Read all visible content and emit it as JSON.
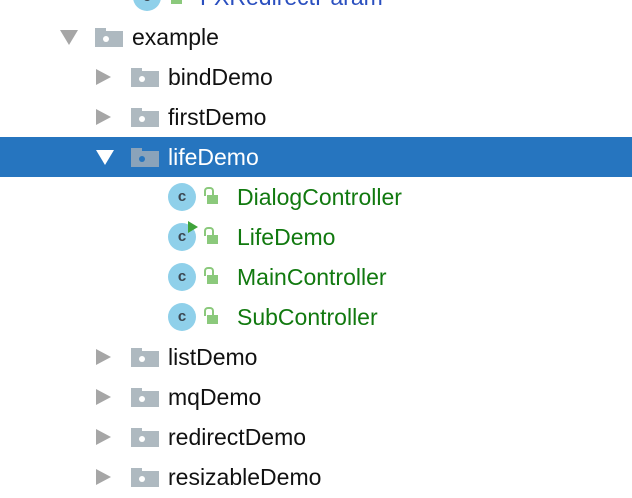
{
  "tree": {
    "partial_item": {
      "label": "FXRedirectParam",
      "type": "class"
    },
    "root": {
      "label": "example",
      "expanded": true
    },
    "packages_before": [
      {
        "label": "bindDemo",
        "expanded": false
      },
      {
        "label": "firstDemo",
        "expanded": false
      }
    ],
    "selected_package": {
      "label": "lifeDemo",
      "expanded": true,
      "selected": true
    },
    "classes": [
      {
        "label": "DialogController",
        "runnable": false
      },
      {
        "label": "LifeDemo",
        "runnable": true
      },
      {
        "label": "MainController",
        "runnable": false
      },
      {
        "label": "SubController",
        "runnable": false
      }
    ],
    "class_icon_letter": "c",
    "packages_after": [
      {
        "label": "listDemo",
        "expanded": false
      },
      {
        "label": "mqDemo",
        "expanded": false
      },
      {
        "label": "redirectDemo",
        "expanded": false
      },
      {
        "label": "resizableDemo",
        "expanded": false
      }
    ]
  },
  "colors": {
    "selection": "#2675BF",
    "class_text": "#11790f",
    "partial_text": "#2a4fbf",
    "folder": "#aeb9c0"
  }
}
